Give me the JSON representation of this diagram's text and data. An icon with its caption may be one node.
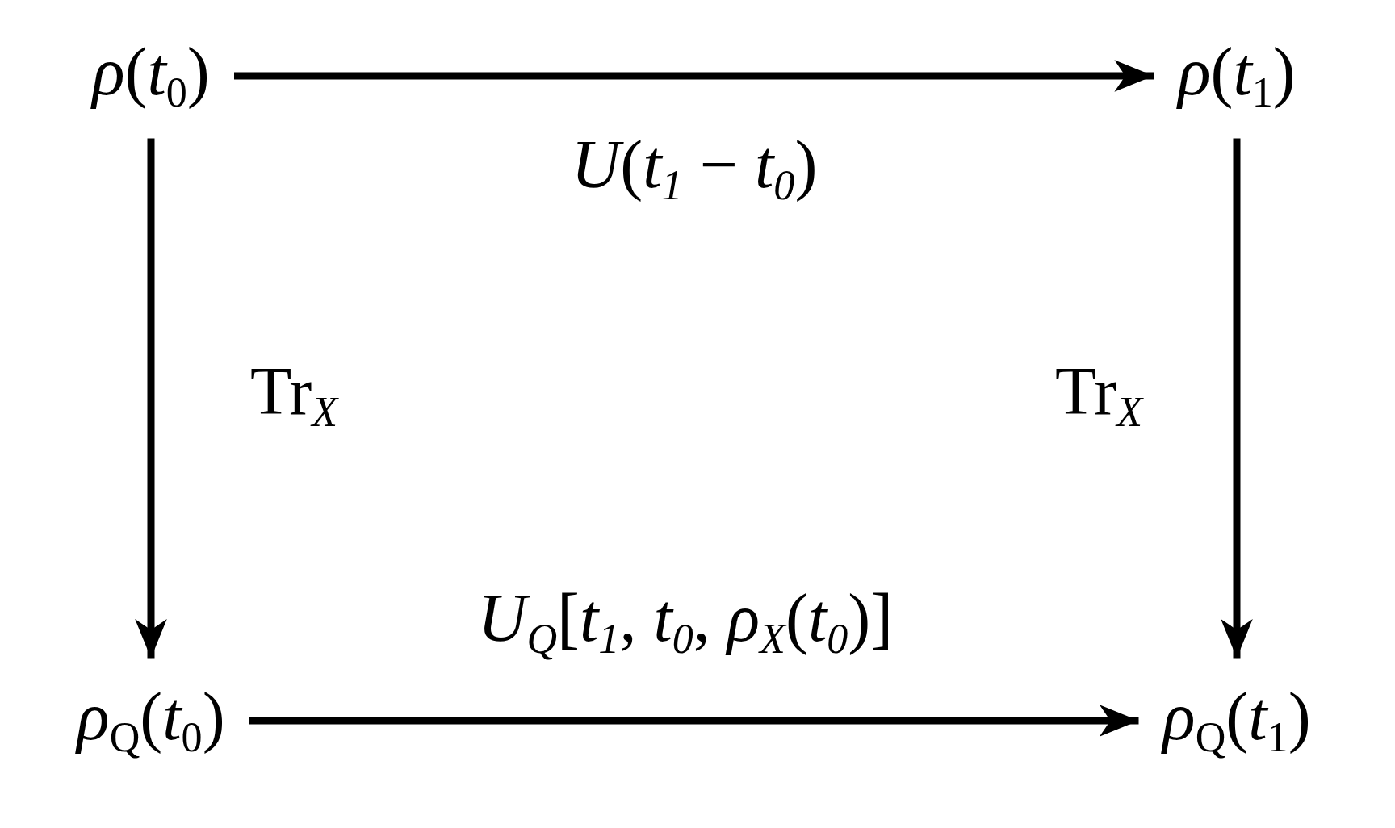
{
  "diagram": {
    "nodes": [
      {
        "text": [
          "*ρ*(*t*$_{0}$)"
        ]
      },
      {
        "text": [
          "*ρ*(*t*$_{1}$)"
        ]
      },
      {
        "text": [
          "*ρ*$_{Q}$(*t*$_{0}$)"
        ]
      },
      {
        "text": [
          "*ρ*$_{Q}$(*t*$_{1}$)"
        ]
      }
    ],
    "edges": [
      {
        "from": 0,
        "to": 1,
        "arrow": "to",
        "label": "*U*(*t*$_{1}$ − *t*$_{0}$)"
      },
      {
        "from": 0,
        "to": 2,
        "arrow": "to",
        "label": "Tr$_{X}$"
      },
      {
        "from": 1,
        "to": 3,
        "arrow": "to",
        "label": "Tr$_{X}$"
      },
      {
        "from": 2,
        "to": 3,
        "arrow": "to",
        "label": "*U*$_{Q}$[*t*$_{1}$, *t*$_{0}$, *ρ*$_{X}$(*t*$_{0}$)]"
      }
    ]
  }
}
